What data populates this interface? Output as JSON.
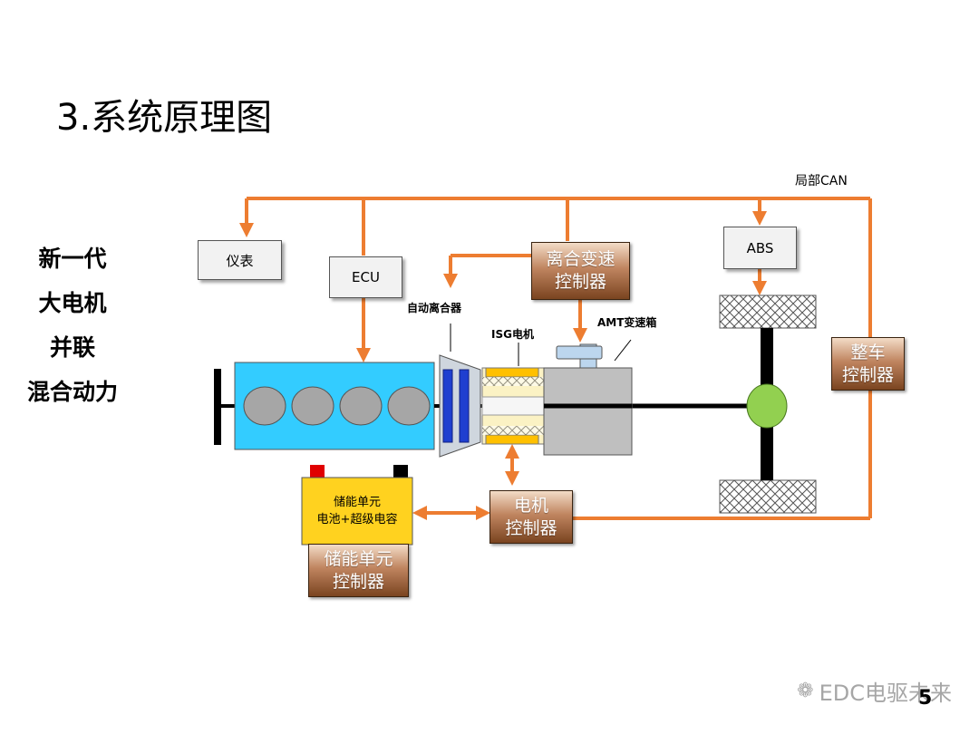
{
  "title": "3.系统原理图",
  "side_labels": [
    "新一代",
    "大电机",
    "并联",
    "混合动力"
  ],
  "can_label": "局部CAN",
  "boxes": {
    "instrument": "仪表",
    "ecu": "ECU",
    "abs": "ABS",
    "clutch_tcu_line1": "离合变速",
    "clutch_tcu_line2": "控制器",
    "vcu_line1": "整车",
    "vcu_line2": "控制器",
    "mcu_line1": "电机",
    "mcu_line2": "控制器",
    "esu_ctrl_line1": "储能单元",
    "esu_ctrl_line2": "控制器",
    "storage_line1": "储能单元",
    "storage_line2": "电池+超级电容"
  },
  "component_labels": {
    "clutch": "自动离合器",
    "isg": "ISG电机",
    "amt": "AMT变速箱"
  },
  "watermark": "EDC电驱未来",
  "page_number": "5",
  "colors": {
    "can_line": "#ed7d31",
    "engine": "#33ccff",
    "motor_ctrl": "#8b5a35",
    "battery": "#ffd21f",
    "wheel_hub": "#92d050"
  }
}
